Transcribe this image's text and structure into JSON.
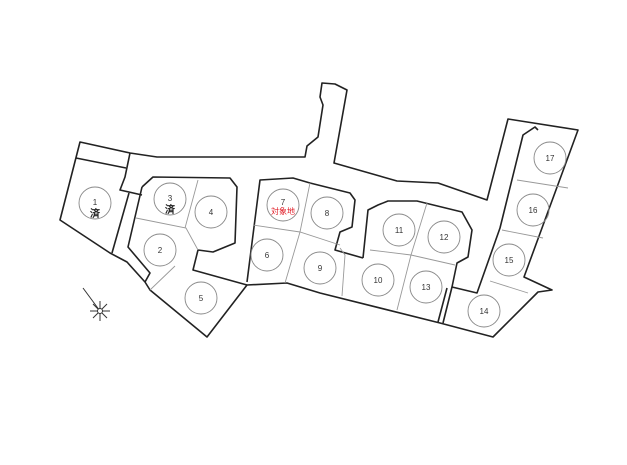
{
  "title": "区画図",
  "lots": [
    {
      "no": "1",
      "status": "済"
    },
    {
      "no": "2",
      "status": ""
    },
    {
      "no": "3",
      "status": "済"
    },
    {
      "no": "4",
      "status": ""
    },
    {
      "no": "5",
      "status": ""
    },
    {
      "no": "6",
      "status": ""
    },
    {
      "no": "7",
      "status": "対象地"
    },
    {
      "no": "8",
      "status": ""
    },
    {
      "no": "9",
      "status": ""
    },
    {
      "no": "10",
      "status": ""
    },
    {
      "no": "11",
      "status": ""
    },
    {
      "no": "12",
      "status": ""
    },
    {
      "no": "13",
      "status": ""
    },
    {
      "no": "14",
      "status": ""
    },
    {
      "no": "15",
      "status": ""
    },
    {
      "no": "16",
      "status": ""
    },
    {
      "no": "17",
      "status": ""
    }
  ],
  "colors": {
    "target": "#e0202a",
    "outline": "#222222",
    "divider": "#999999"
  },
  "compass": "compass-icon"
}
